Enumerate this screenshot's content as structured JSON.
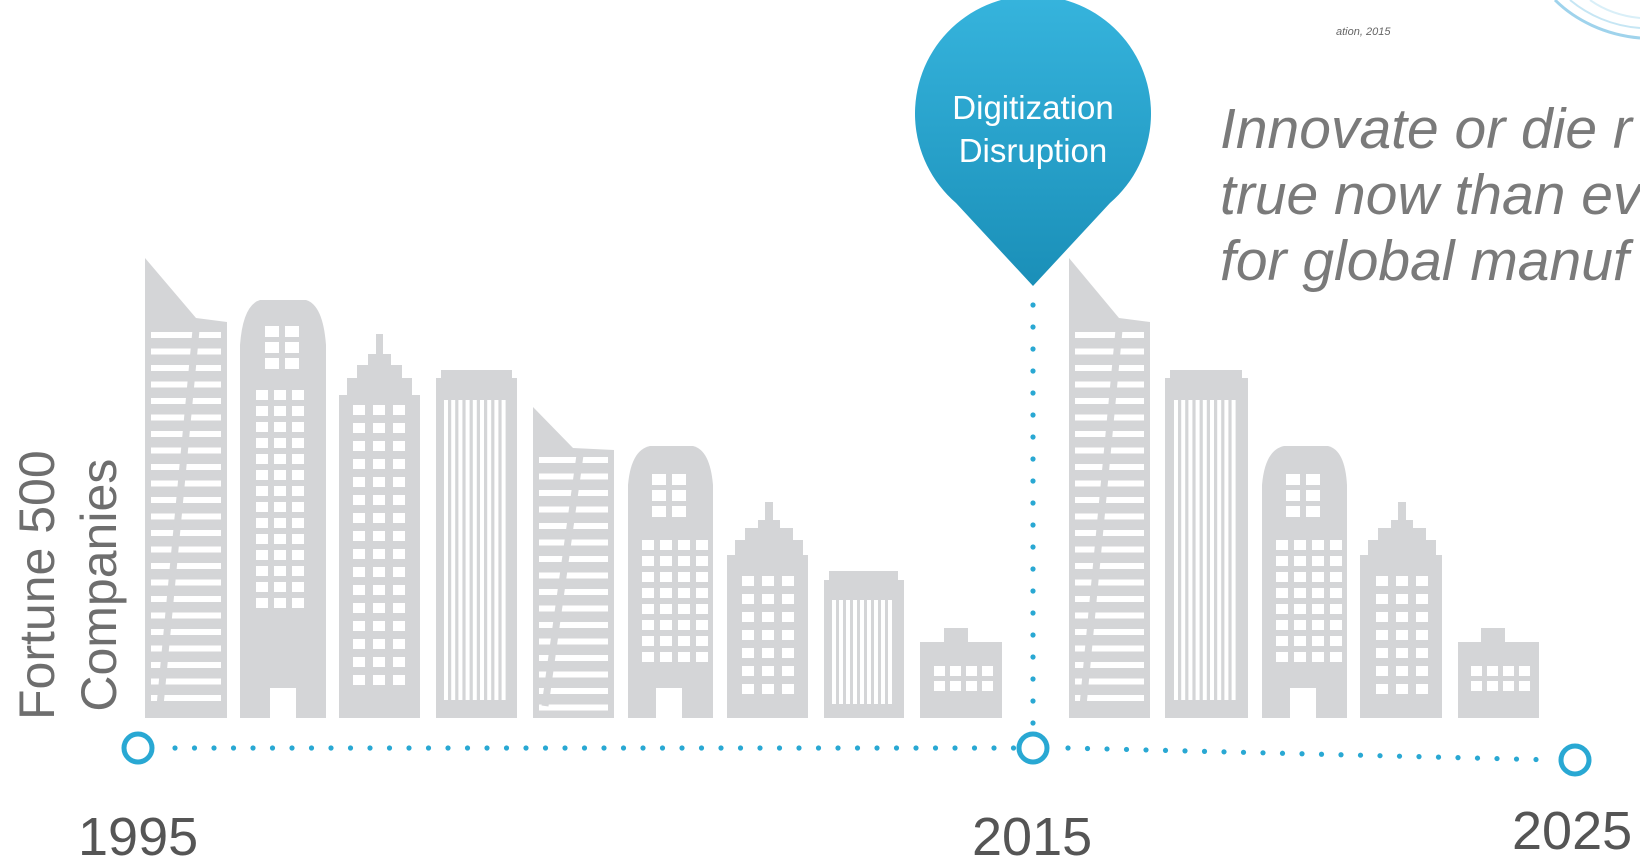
{
  "citation": "ation, 2015",
  "quote": {
    "lines": [
      "Innovate or die r",
      "true now than ev",
      "for global manuf"
    ]
  },
  "pin": {
    "line1": "Digitization",
    "line2": "Disruption"
  },
  "axis_label": {
    "line1": "Fortune 500",
    "line2": "Companies"
  },
  "timeline": {
    "years": [
      "1995",
      "2015",
      "2025"
    ]
  },
  "colors": {
    "accent": "#29a8d3",
    "building": "#d4d5d7",
    "window": "#ffffff",
    "text": "#6e6e6e"
  },
  "icons": [
    "building-icon",
    "map-pin-icon",
    "timeline-marker-icon",
    "swoosh-decoration"
  ]
}
